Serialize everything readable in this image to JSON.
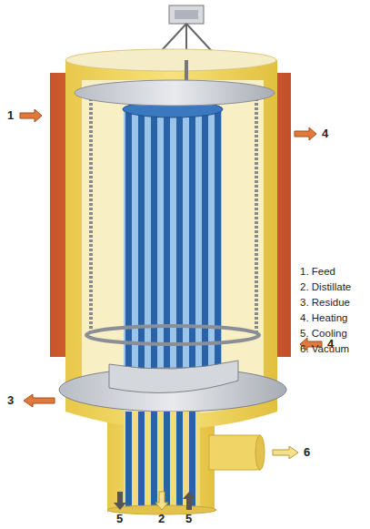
{
  "diagram": {
    "labels": [
      "1",
      "4",
      "4",
      "3",
      "6",
      "5",
      "2",
      "5",
      "1. Feed",
      "2. Distillate",
      "3. Residue",
      "4. Heating",
      "5. Cooling",
      "6. Vacuum"
    ]
  }
}
